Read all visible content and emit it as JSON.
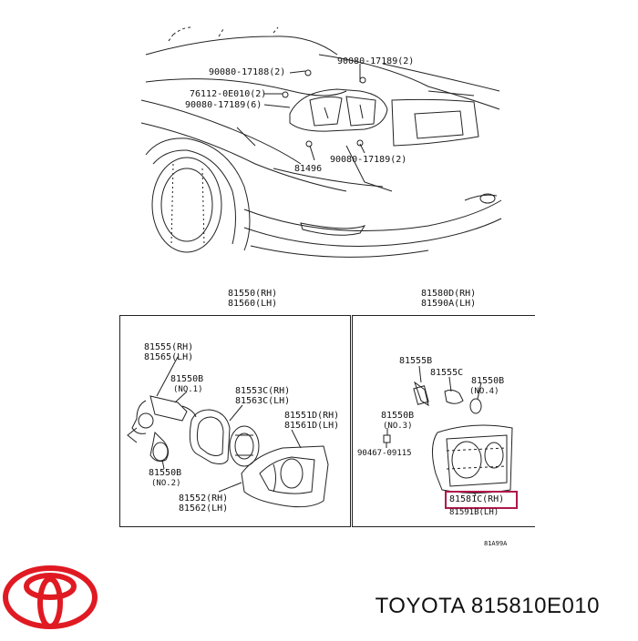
{
  "colors": {
    "line": "#222222",
    "highlight": "#b0174a",
    "brand_red": "#e01a22",
    "text": "#111111"
  },
  "top_labels": {
    "a": "90080-17188(2)",
    "b": "90080-17189(2)",
    "c": "76112-0E010(2)",
    "d": "90080-17189(6)",
    "e": "81496",
    "f": "90080-17189(2)"
  },
  "left_panel": {
    "header_rh": "81550(RH)",
    "header_lh": "81560(LH)",
    "p1a": "81555(RH)",
    "p1b": "81565(LH)",
    "p2": "81550B",
    "p2_note": "(NO.1)",
    "p3a": "81553C(RH)",
    "p3b": "81563C(LH)",
    "p4a": "81551D(RH)",
    "p4b": "81561D(LH)",
    "p5": "81550B",
    "p5_note": "(NO.2)",
    "p6a": "81552(RH)",
    "p6b": "81562(LH)"
  },
  "right_panel": {
    "header_rh": "81580D(RH)",
    "header_lh": "81590A(LH)",
    "p1": "81555B",
    "p2": "81555C",
    "p3": "81550B",
    "p3_note": "(NO.4)",
    "p4": "81550B",
    "p4_note": "(NO.3)",
    "p5": "90467-09115",
    "p6_highlighted": "81581C(RH)",
    "p6b": "81591B(LH)"
  },
  "corner_code": "81A99A",
  "brand": {
    "logo": "toyota-logo-icon",
    "caption": "TOYOTA 815810E010"
  }
}
